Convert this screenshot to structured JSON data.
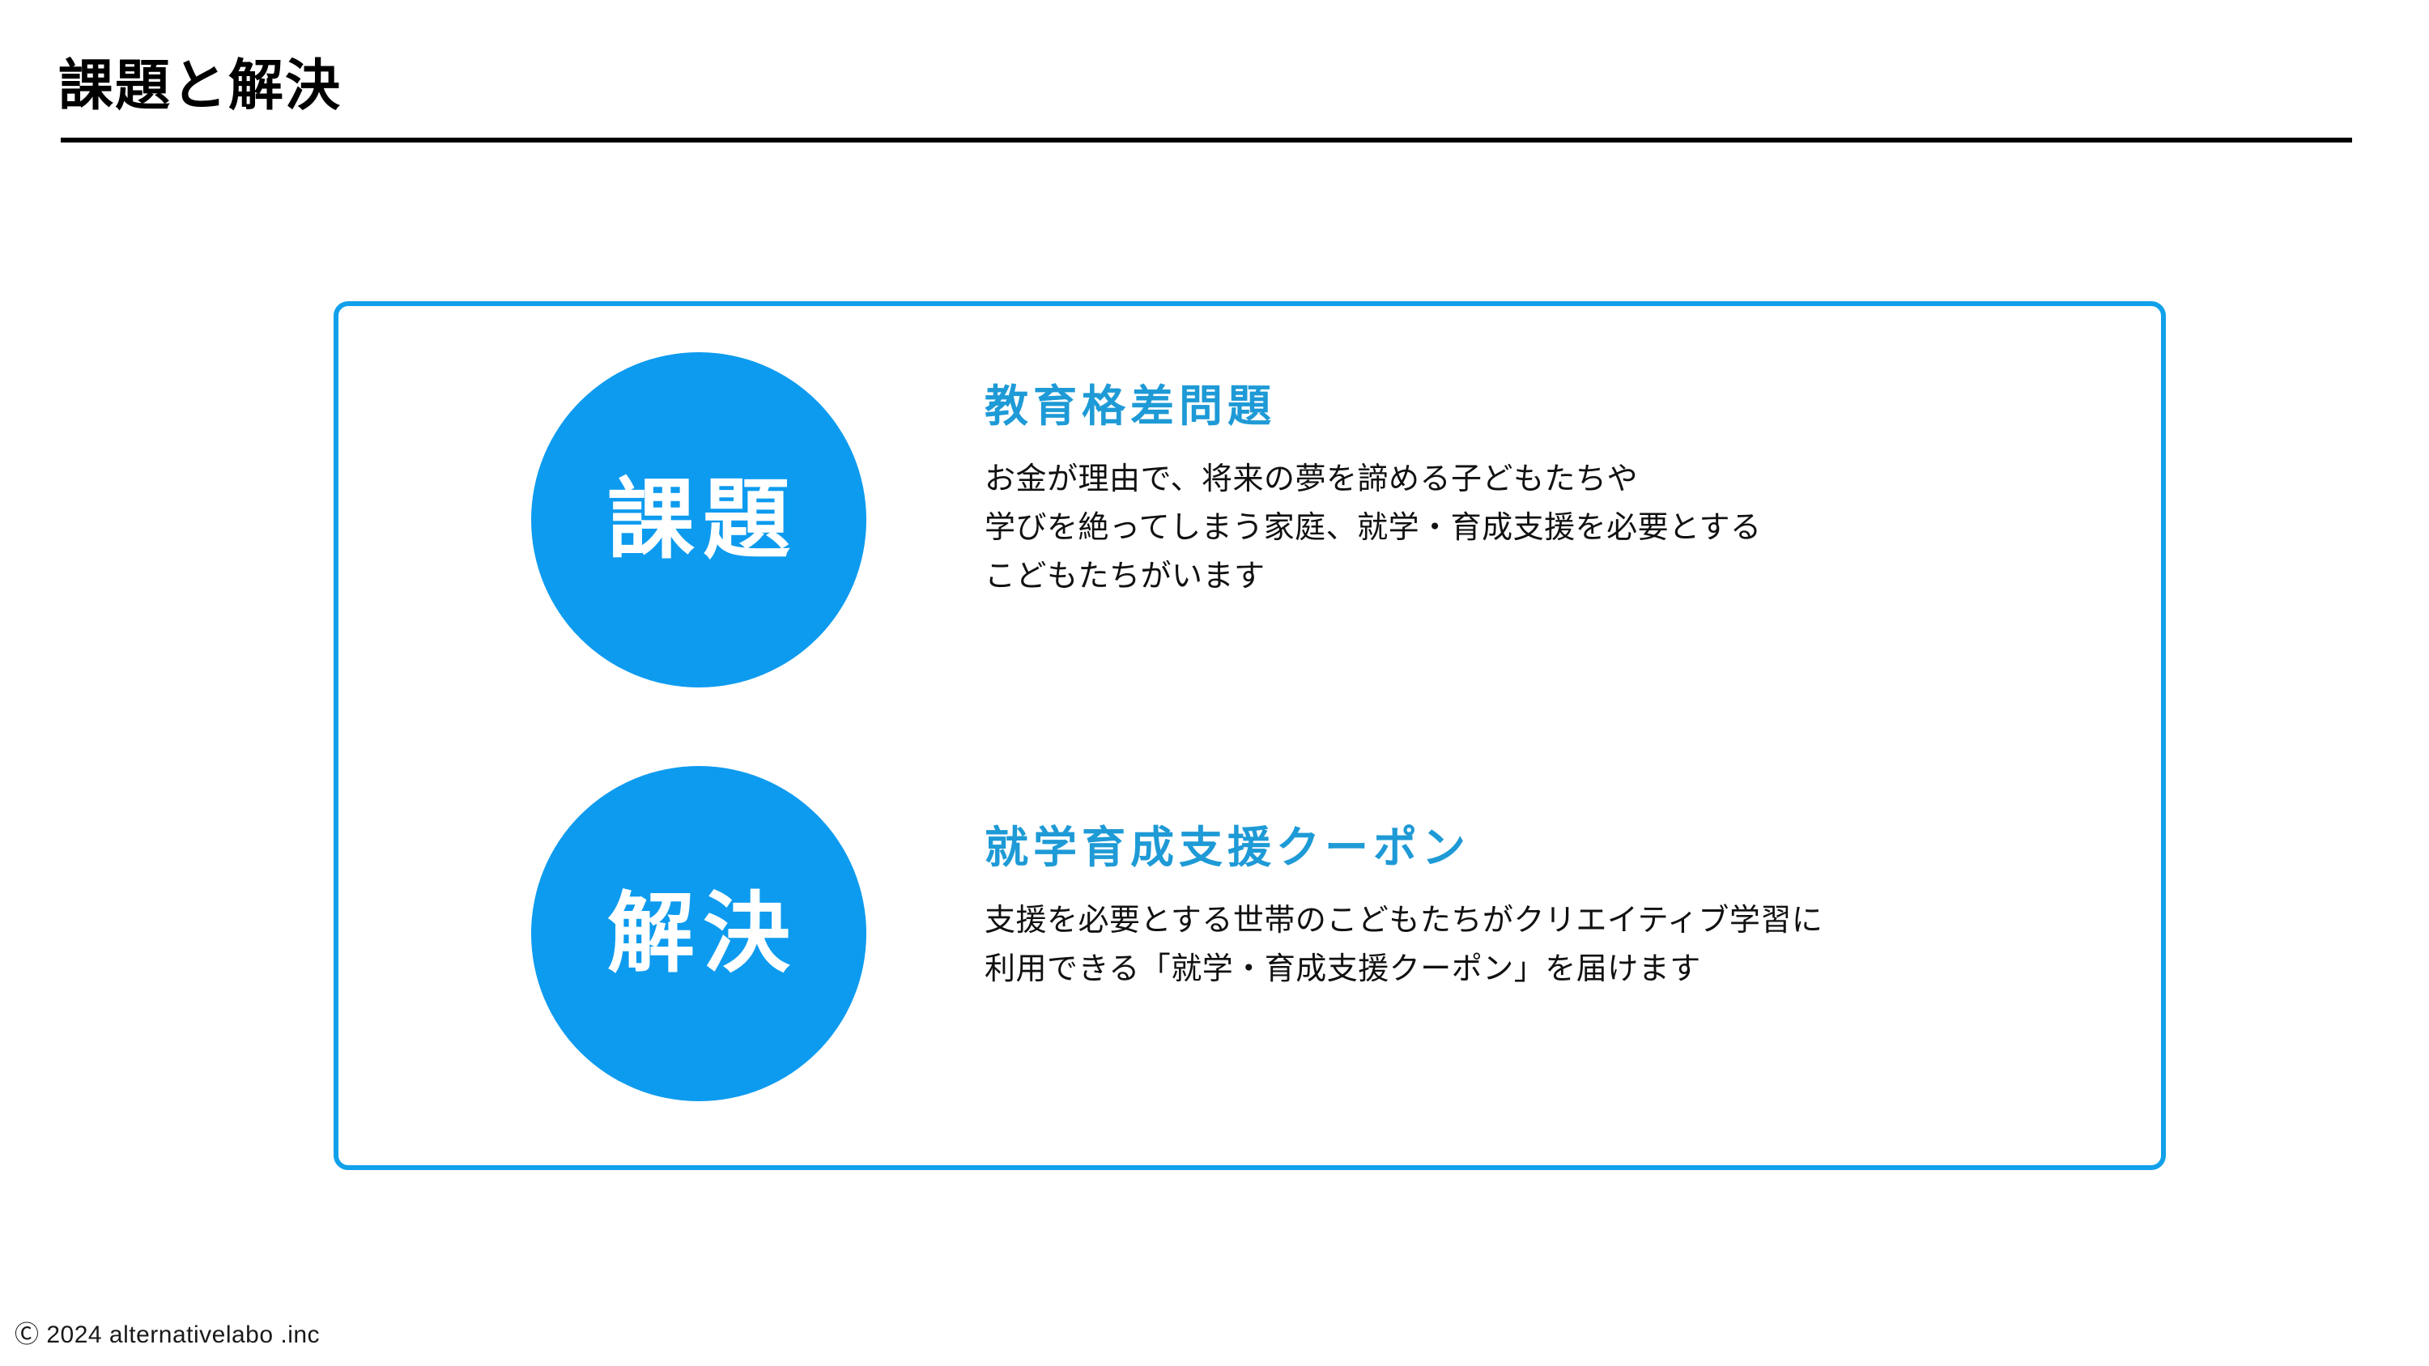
{
  "slide": {
    "title": "課題と解決"
  },
  "card": {
    "border_color": "#11a0ea",
    "rows": [
      {
        "badge": "課題",
        "badge_color": "#0d9bef",
        "heading": "教育格差問題",
        "heading_color": "#1e9ad6",
        "body_lines": [
          "お金が理由で、将来の夢を諦める子どもたちや",
          "学びを絶ってしまう家庭、就学・育成支援を必要とする",
          "こどもたちがいます"
        ]
      },
      {
        "badge": "解決",
        "badge_color": "#0d9bef",
        "heading": "就学育成支援クーポン",
        "heading_color": "#1e9ad6",
        "body_lines": [
          "支援を必要とする世帯のこどもたちがクリエイティブ学習に",
          "利用できる「就学・育成支援クーポン」を届けます"
        ]
      }
    ]
  },
  "footer": {
    "copyright": "Ⓒ 2024 alternativelabo .inc"
  }
}
